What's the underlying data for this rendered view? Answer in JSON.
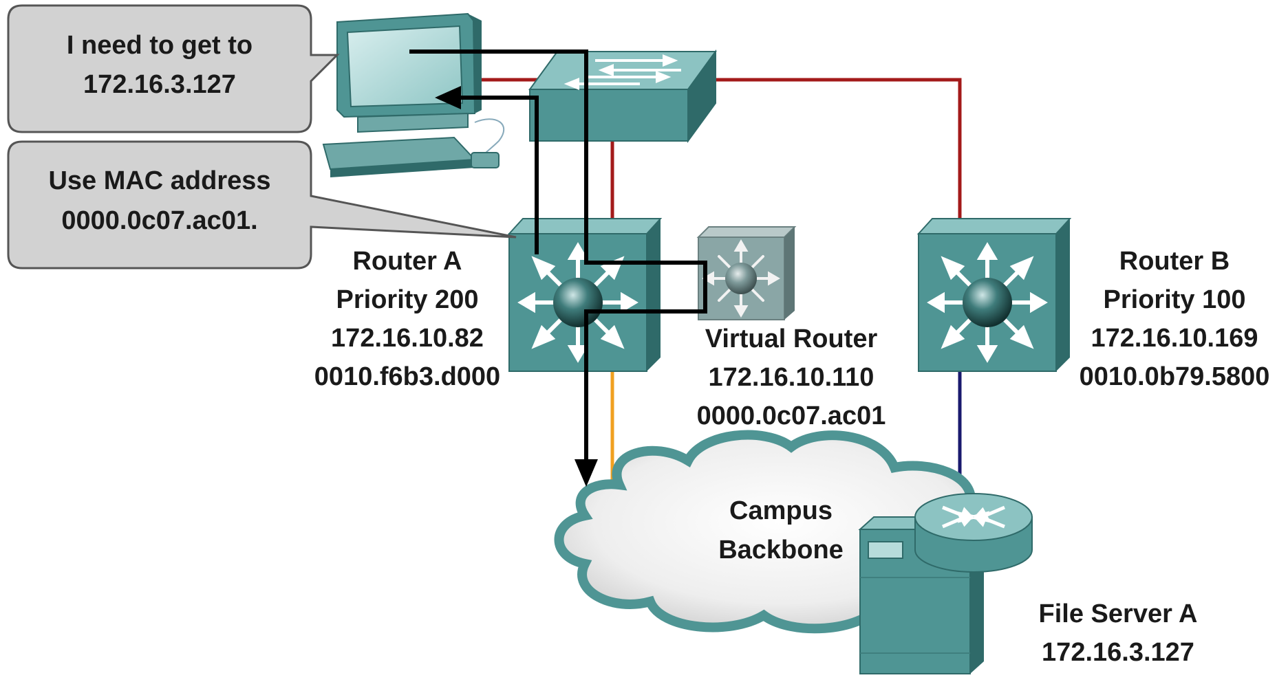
{
  "callouts": {
    "request": {
      "line1": "I need to get to",
      "line2": "172.16.3.127"
    },
    "reply": {
      "line1": "Use MAC address",
      "line2": "0000.0c07.ac01."
    }
  },
  "router_a": {
    "name": "Router A",
    "priority": "Priority 200",
    "ip": "172.16.10.82",
    "mac": "0010.f6b3.d000"
  },
  "virtual_router": {
    "name": "Virtual Router",
    "ip": "172.16.10.110",
    "mac": "0000.0c07.ac01"
  },
  "router_b": {
    "name": "Router B",
    "priority": "Priority 100",
    "ip": "172.16.10.169",
    "mac": "0010.0b79.5800"
  },
  "backbone": {
    "line1": "Campus",
    "line2": "Backbone"
  },
  "file_server": {
    "name": "File Server A",
    "ip": "172.16.3.127"
  },
  "colors": {
    "device_teal": "#4f9594",
    "device_top": "#8cc3c2",
    "device_dark": "#2f6a69",
    "link_red": "#a31a1a",
    "link_orange": "#f0a020",
    "link_navy": "#1a1a6e",
    "flow_black": "#000000",
    "callout_fill": "#d2d2d2"
  }
}
